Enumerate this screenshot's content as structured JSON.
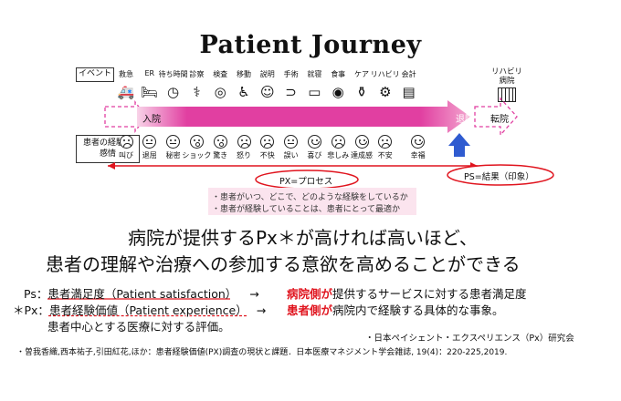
{
  "title": "Patient Journey",
  "row_labels": {
    "event": "イベント",
    "experience": [
      "患者の経験・",
      "感情"
    ]
  },
  "events": [
    {
      "label": "救急",
      "icon": "ambulance-icon"
    },
    {
      "label": "ER",
      "icon": "hospital-bed-icon"
    },
    {
      "label": "待ち時間",
      "icon": "clock-icon"
    },
    {
      "label": "診察",
      "icon": "stethoscope-icon"
    },
    {
      "label": "検査",
      "icon": "scanner-icon"
    },
    {
      "label": "移動",
      "icon": "wheelchair-icon"
    },
    {
      "label": "説明",
      "icon": "doctor-icon"
    },
    {
      "label": "手術",
      "icon": "stomach-icon"
    },
    {
      "label": "就寝",
      "icon": "bed-icon"
    },
    {
      "label": "食事",
      "icon": "meal-icon"
    },
    {
      "label": "ケア",
      "icon": "iv-drip-icon"
    },
    {
      "label": "リハビリ",
      "icon": "exercise-bike-icon"
    },
    {
      "label": "会計",
      "icon": "invoice-icon"
    }
  ],
  "rehab_hospital": [
    "リハビリ",
    "病院"
  ],
  "arrow_labels": {
    "admission": "入院",
    "discharge": "退院",
    "transfer": "転院"
  },
  "emotions": [
    {
      "label": "叫び",
      "mood": "frown"
    },
    {
      "label": "退屈",
      "mood": "flat"
    },
    {
      "label": "秘密",
      "mood": "flat"
    },
    {
      "label": "ショック",
      "mood": "o"
    },
    {
      "label": "驚き",
      "mood": "o"
    },
    {
      "label": "怒り",
      "mood": "frown"
    },
    {
      "label": "不快",
      "mood": "frown"
    },
    {
      "label": "誤い",
      "mood": "flat"
    },
    {
      "label": "喜び",
      "mood": "smile"
    },
    {
      "label": "悲しみ",
      "mood": "frown"
    },
    {
      "label": "達成感",
      "mood": "smile"
    },
    {
      "label": "不安",
      "mood": "frown"
    },
    {
      "label": "幸福",
      "mood": "smile"
    }
  ],
  "px_label": "PX=プロセス",
  "ps_label": "PS=結果（印象）",
  "px_questions": [
    "・患者がいつ、どこで、どのような経験をしているか",
    "・患者が経験していることは、患者にとって最適か"
  ],
  "headline": {
    "line1": "病院が提供するPx＊が高ければ高いほど、",
    "line2": "患者の理解や治療への参加する意欲を高めることができる"
  },
  "definitions": {
    "ps_prefix": "Ps：",
    "ps_term": "患者満足度（Patient satisfaction）",
    "ps_arrow": "→",
    "ps_emph": "病院側が",
    "ps_desc": "提供するサービスに対する患者満足度",
    "px_prefix": "＊Px：",
    "px_term": "患者経験価値（Patient experience）",
    "px_arrow": "→",
    "px_emph": "患者側が",
    "px_desc": "病院内で経験する具体的な事象。",
    "px_sub": "患者中心とする医療に対する評価。"
  },
  "references": {
    "ref1": "・日本ペイシェント・エクスペリエンス（Px）研究会",
    "ref2": "・曽我香織,西本祐子,引田紅花,ほか：患者経験価値(PX)調査の現状と課題．日本医療マネジメント学会雑誌, 19(4)：220-225,2019."
  },
  "colors": {
    "arrow_pink": "#e13fa1",
    "arrow_light": "#f8d3e8",
    "blue_arrow": "#2f5bd0",
    "red": "#e0141e",
    "question_box": "#fbe4ee"
  }
}
